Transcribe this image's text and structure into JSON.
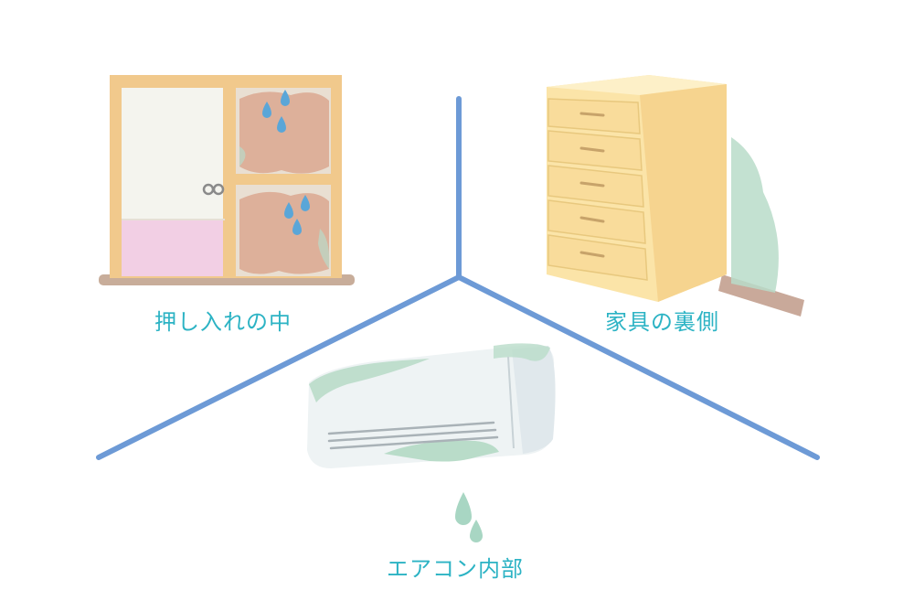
{
  "colors": {
    "label_text": "#2cb3c4",
    "divider_line": "#6d9ad6",
    "water_drop": "#5aa6d8",
    "mold_green": "#b9dcc9",
    "wood_frame": "#f1c98c",
    "dresser_body": "#fbe4a8",
    "closet_pink": "#f2cfe4",
    "futon_brown": "#ddb09a"
  },
  "sections": {
    "closet": {
      "label": "押し入れの中",
      "icon": "closet-icon"
    },
    "furniture": {
      "label": "家具の裏側",
      "icon": "dresser-icon"
    },
    "aircon": {
      "label": "エアコン内部",
      "icon": "air-conditioner-icon"
    }
  }
}
